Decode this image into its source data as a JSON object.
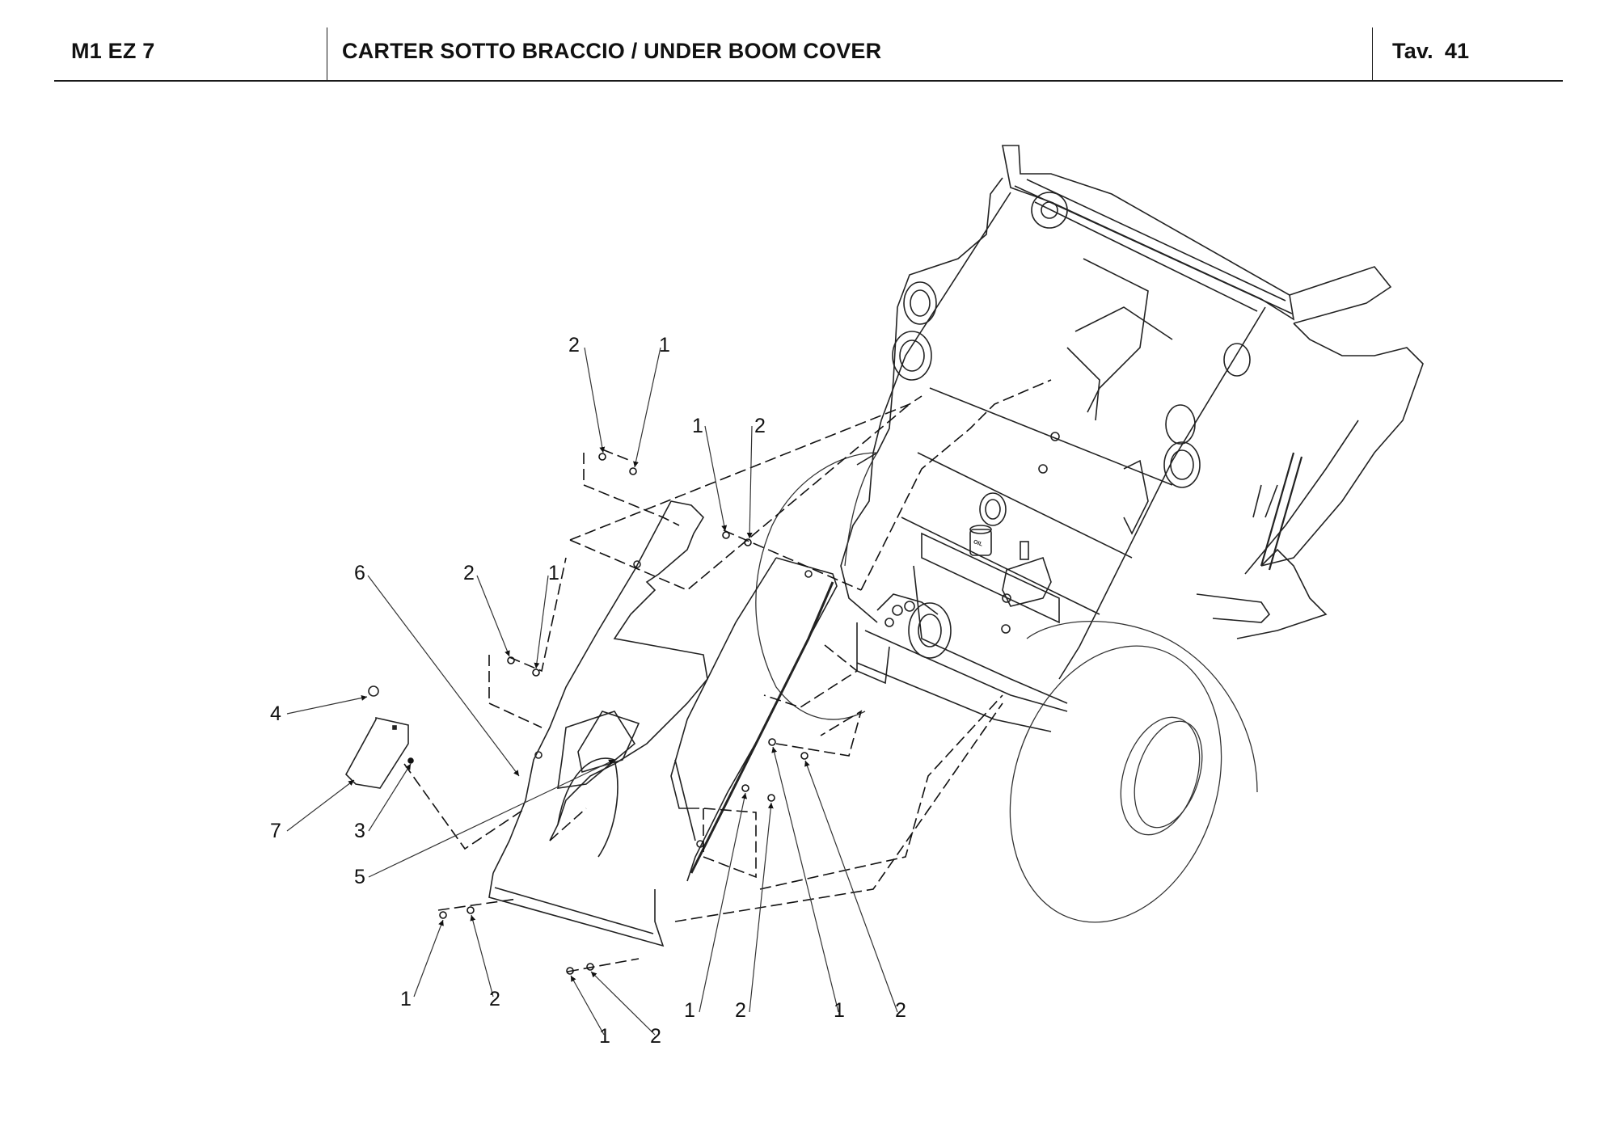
{
  "header": {
    "model_code": "M1 EZ 7",
    "title": "CARTER SOTTO BRACCIO / UNDER BOOM COVER",
    "plate_label": "Tav.",
    "plate_number": "41"
  },
  "drawing": {
    "oil_cap_text": "OIL",
    "callouts": [
      {
        "id": "c1",
        "label": "2"
      },
      {
        "id": "c2",
        "label": "1"
      },
      {
        "id": "c3",
        "label": "1"
      },
      {
        "id": "c4",
        "label": "2"
      },
      {
        "id": "c5",
        "label": "6"
      },
      {
        "id": "c6",
        "label": "2"
      },
      {
        "id": "c7",
        "label": "1"
      },
      {
        "id": "c8",
        "label": "4"
      },
      {
        "id": "c9",
        "label": "7"
      },
      {
        "id": "c10",
        "label": "3"
      },
      {
        "id": "c11",
        "label": "5"
      },
      {
        "id": "c12",
        "label": "1"
      },
      {
        "id": "c13",
        "label": "2"
      },
      {
        "id": "c14",
        "label": "1"
      },
      {
        "id": "c15",
        "label": "2"
      },
      {
        "id": "c16",
        "label": "1"
      },
      {
        "id": "c17",
        "label": "2"
      },
      {
        "id": "c18",
        "label": "1"
      },
      {
        "id": "c19",
        "label": "2"
      }
    ]
  }
}
